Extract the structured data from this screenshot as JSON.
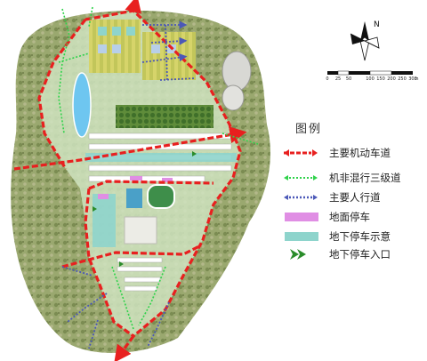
{
  "legend": {
    "title": "图例",
    "items": [
      {
        "key": "main-road",
        "label": "主要机动车道",
        "color": "#e8201f"
      },
      {
        "key": "mixed-road",
        "label": "机非混行三级道",
        "color": "#2ed24a"
      },
      {
        "key": "pedestrian",
        "label": "主要人行道",
        "color": "#4b58b8"
      },
      {
        "key": "surface-parking",
        "label": "地面停车",
        "color": "#e08ee4"
      },
      {
        "key": "underground-parking",
        "label": "地下停车示意",
        "color": "#8ed4cc"
      },
      {
        "key": "underground-entrance",
        "label": "地下停车入口",
        "color": "#2a8c2a"
      }
    ]
  },
  "scale": {
    "ticks": [
      "0",
      "25",
      "50",
      "100",
      "150",
      "200",
      "250",
      "300"
    ],
    "unit": "m"
  },
  "compass": {
    "label": "N"
  }
}
